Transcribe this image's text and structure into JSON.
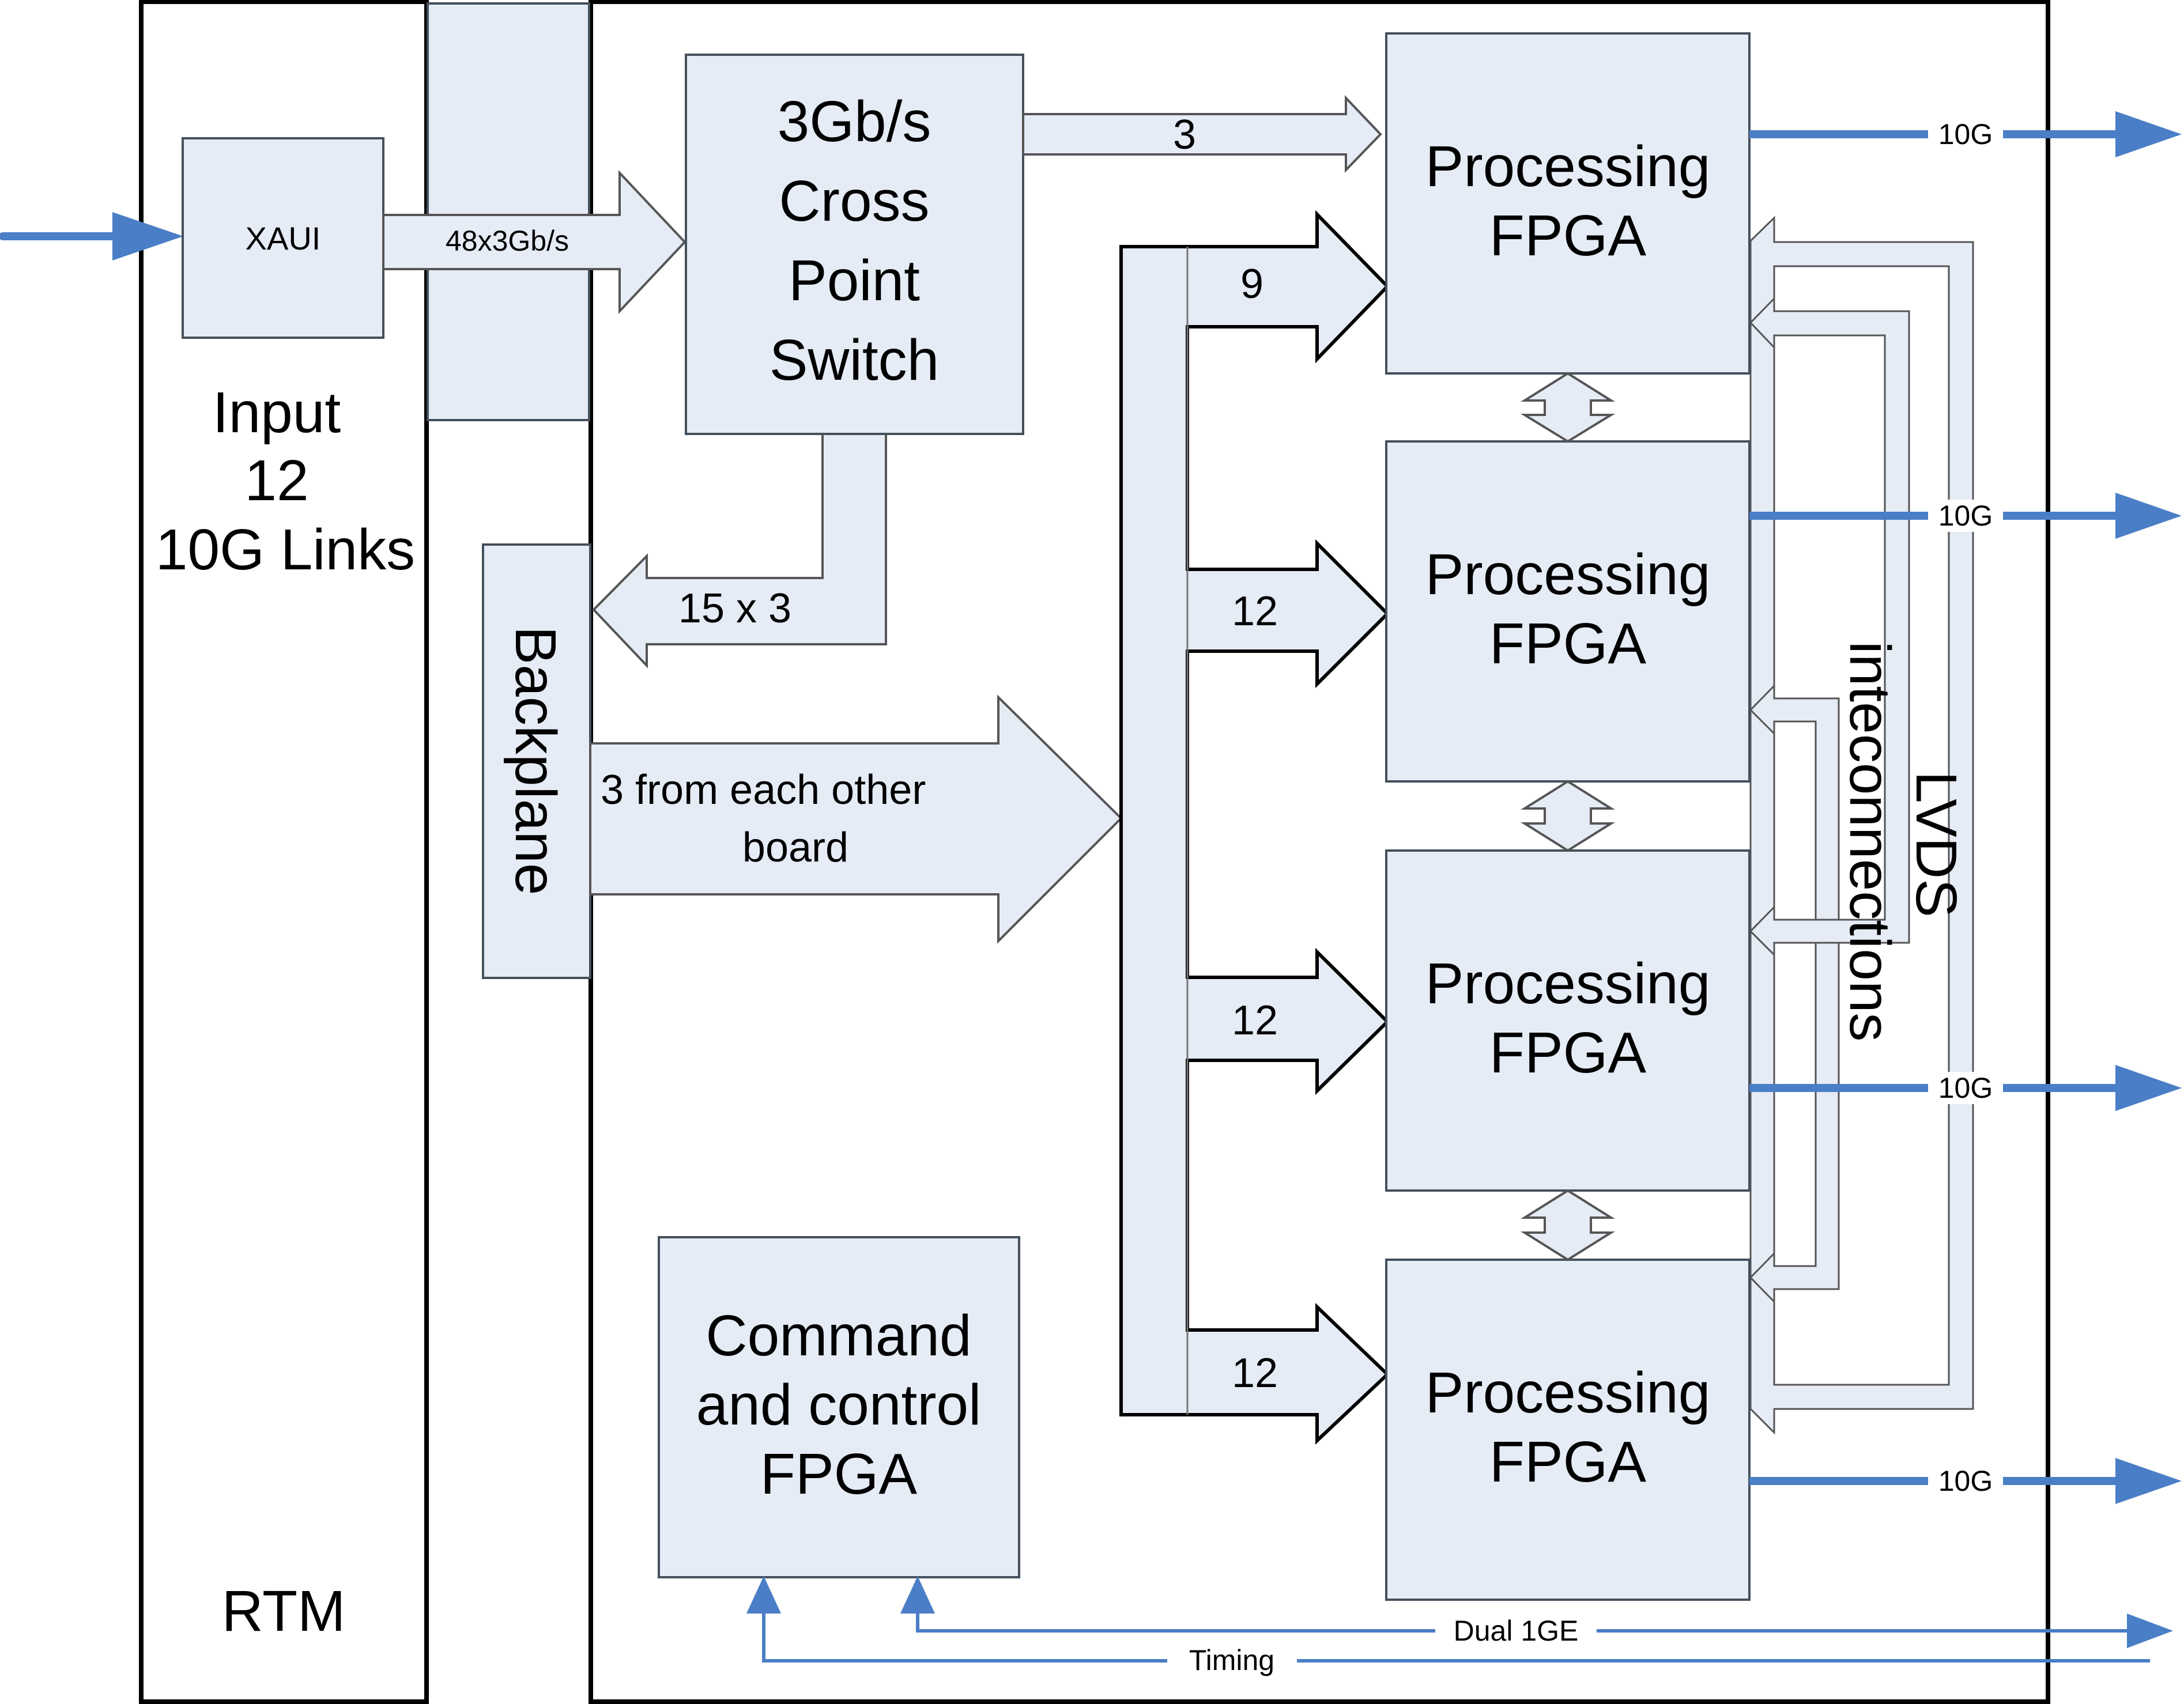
{
  "colors": {
    "box_fill": "#e5ecf6",
    "box_stroke": "#44505c",
    "arrow_fill": "#e5ecf6",
    "arrow_stroke": "#555555",
    "blue": "#4a7ec6",
    "frame": "#000000"
  },
  "rtm": {
    "label": "RTM",
    "input_lines": [
      "Input",
      "12",
      "10G Links"
    ],
    "xaui_label": "XAUI",
    "link_label": "48x3Gb/s"
  },
  "backplane": {
    "label": "Backplane"
  },
  "crosspoint": {
    "lines": [
      "3Gb/s",
      "Cross",
      "Point",
      "Switch"
    ],
    "out_top_label": "3",
    "out_backplane_label": "15 x 3"
  },
  "from_boards": {
    "lines": [
      "3  from each other",
      "board"
    ]
  },
  "bus": {
    "labels": [
      "9",
      "12",
      "12",
      "12"
    ]
  },
  "processing_fpgas": [
    {
      "lines": [
        "Processing",
        "FPGA"
      ],
      "output_label": "10G"
    },
    {
      "lines": [
        "Processing",
        "FPGA"
      ],
      "output_label": "10G"
    },
    {
      "lines": [
        "Processing",
        "FPGA"
      ],
      "output_label": "10G"
    },
    {
      "lines": [
        "Processing",
        "FPGA"
      ],
      "output_label": "10G"
    }
  ],
  "lvds": {
    "lines": [
      "LVDS",
      "inteconnections"
    ]
  },
  "command": {
    "lines": [
      "Command",
      "and control",
      "FPGA"
    ],
    "dual_label": "Dual 1GE",
    "timing_label": "Timing"
  }
}
